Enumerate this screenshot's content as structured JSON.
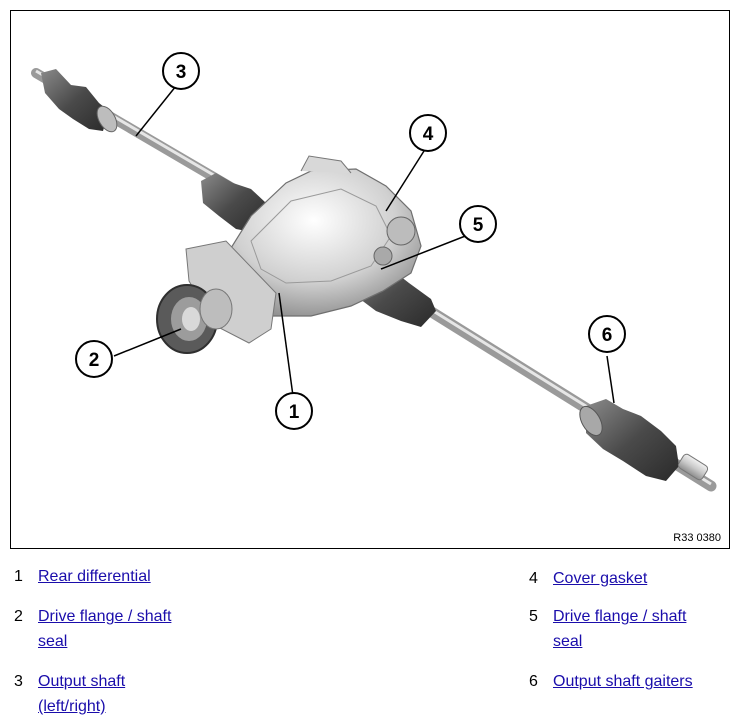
{
  "figure": {
    "reference_code": "R33 0380",
    "callouts": [
      "1",
      "2",
      "3",
      "4",
      "5",
      "6"
    ]
  },
  "legend": [
    {
      "number": "1",
      "text": "Rear differential"
    },
    {
      "number": "2",
      "text": "Drive flange / shaft seal"
    },
    {
      "number": "3",
      "text": "Output shaft (left/right)"
    },
    {
      "number": "4",
      "text": "Cover gasket"
    },
    {
      "number": "5",
      "text": "Drive flange / shaft seal"
    },
    {
      "number": "6",
      "text": "Output shaft gaiters"
    }
  ],
  "colors": {
    "link": "#1a0dab",
    "callout_border": "#000000",
    "metal": "#c8c8c8"
  }
}
